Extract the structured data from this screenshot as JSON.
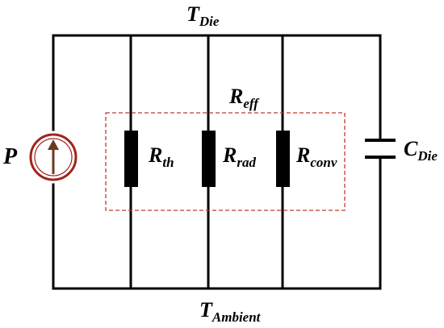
{
  "labels": {
    "top_node": {
      "main": "T",
      "sub": "Die"
    },
    "bottom_node": {
      "main": "T",
      "sub": "Ambient"
    },
    "source": {
      "main": "P",
      "sub": ""
    },
    "effective": {
      "main": "R",
      "sub": "eff"
    },
    "r_th": {
      "main": "R",
      "sub": "th"
    },
    "r_rad": {
      "main": "R",
      "sub": "rad"
    },
    "r_conv": {
      "main": "R",
      "sub": "conv"
    },
    "capacitor": {
      "main": "C",
      "sub": "Die"
    }
  },
  "colors": {
    "wire": "#000000",
    "source_ring": "#a0241d",
    "source_arrow": "#6b3a1e",
    "dashed_box": "#c0392b"
  }
}
